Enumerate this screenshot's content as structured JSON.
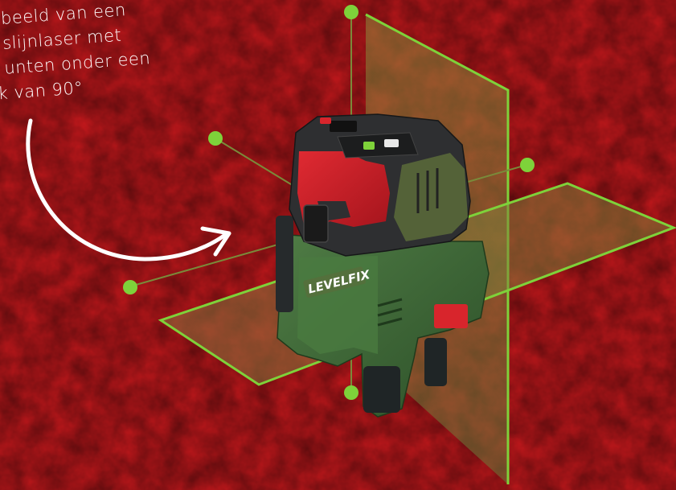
{
  "annotation": {
    "lines": [
      "beeld van een",
      "slijnlaser met",
      "unten onder een",
      "k van 90°"
    ]
  },
  "product": {
    "brand": "LEVELFIX"
  },
  "colors": {
    "background": "#c4181c",
    "laser_green": "#7ed23a",
    "laser_plane_fill": "#6a7a3a",
    "device_body_red": "#c8202a",
    "device_body_dark": "#2e2f31",
    "device_base_green": "#3d6a35",
    "arrow": "#ffffff"
  },
  "icons": [
    "curved-arrow-icon"
  ]
}
